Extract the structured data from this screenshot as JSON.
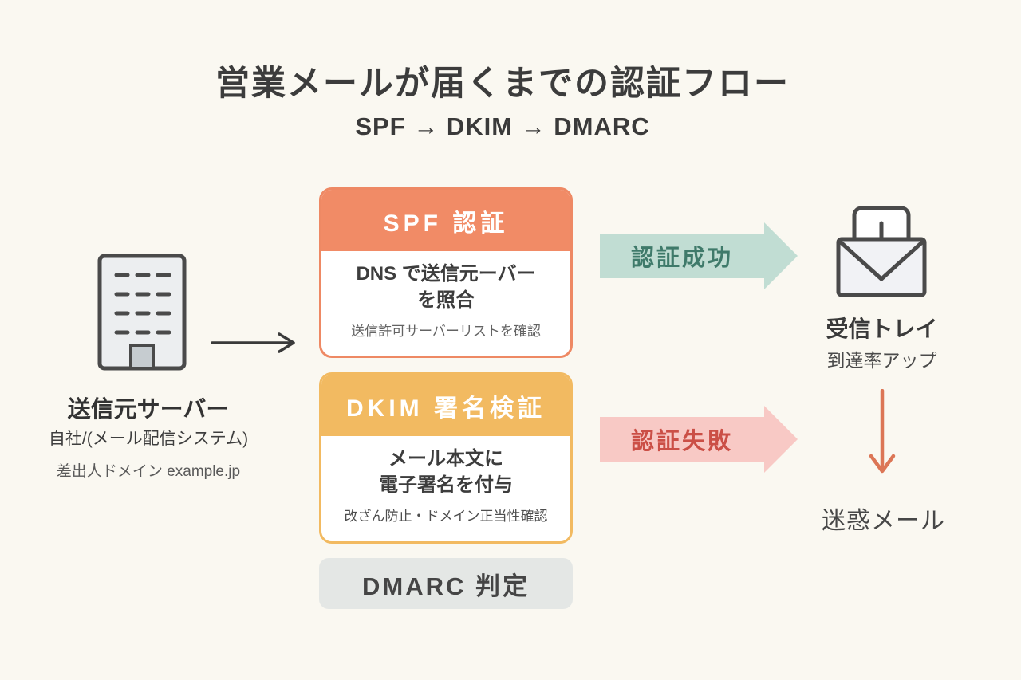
{
  "page": {
    "background_color": "#FAF8F1",
    "title": "営業メールが届くまでの認証フロー",
    "subtitle": "SPF → DKIM → DMARC"
  },
  "sender": {
    "icon": "building-icon",
    "label": "送信元サーバー",
    "line1": "自社/(メール配信システム)",
    "line2": "差出人ドメイン example.jp"
  },
  "cards": {
    "spf": {
      "header": "SPF 認証",
      "header_color": "#F18B66",
      "body_line1": "DNS で送信元ーバー",
      "body_line2": "を照合",
      "note": "送信許可サーバーリストを確認"
    },
    "dkim": {
      "header": "DKIM 署名検証",
      "header_color": "#F2BA61",
      "body_line1": "メール本文に",
      "body_line2": "電子署名を付与",
      "note": "改ざん防止・ドメイン正当性確認"
    },
    "dmarc": {
      "label": "DMARC 判定",
      "background_color": "#E4E7E5"
    }
  },
  "flow": {
    "success": {
      "label": "認証成功",
      "arrow_color": "#C1DDD3",
      "text_color": "#3F7A6A"
    },
    "failure": {
      "label": "認証失敗",
      "arrow_color": "#F8C9C5",
      "text_color": "#CB4F46"
    }
  },
  "results": {
    "inbox": {
      "icon": "inbox-envelope-icon",
      "label": "受信トレイ",
      "sub": "到達率アップ"
    },
    "spam": {
      "label": "迷惑メール",
      "arrow_color": "#DC7656"
    }
  }
}
